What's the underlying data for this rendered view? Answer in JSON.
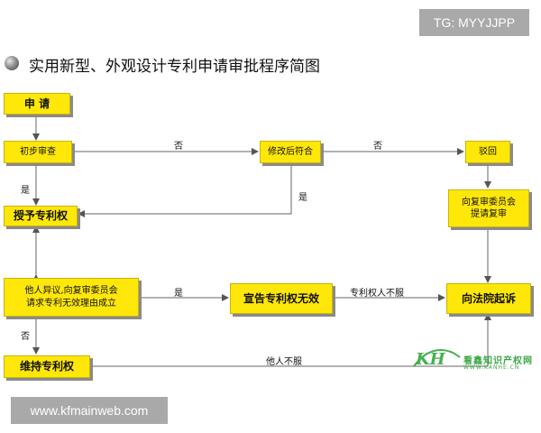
{
  "tag": "TG: MYYJJPP",
  "title": "实用新型、外观设计专利申请审批程序简图",
  "boxes": {
    "apply": "申  请",
    "prelim": "初步审查",
    "amend": "修改后符合",
    "reject": "驳回",
    "review": "向复审委员会\n提请复审",
    "grant": "授予专利权",
    "objection": "他人异议,向复审委员会\n请求专利无效理由成立",
    "invalid": "宣告专利权无效",
    "court": "向法院起诉",
    "maintain": "维持专利权"
  },
  "labels": {
    "no1": "否",
    "no2": "否",
    "yes1": "是",
    "yes2": "是",
    "yes3": "是",
    "no3": "否",
    "owner_disagree": "专利权人不服",
    "other_disagree": "他人不服"
  },
  "watermark": {
    "logo": "KH",
    "name": "看鑫知识产权网",
    "url": "WWW.KANHE.CN"
  },
  "footer": "www.kfmainweb.com"
}
